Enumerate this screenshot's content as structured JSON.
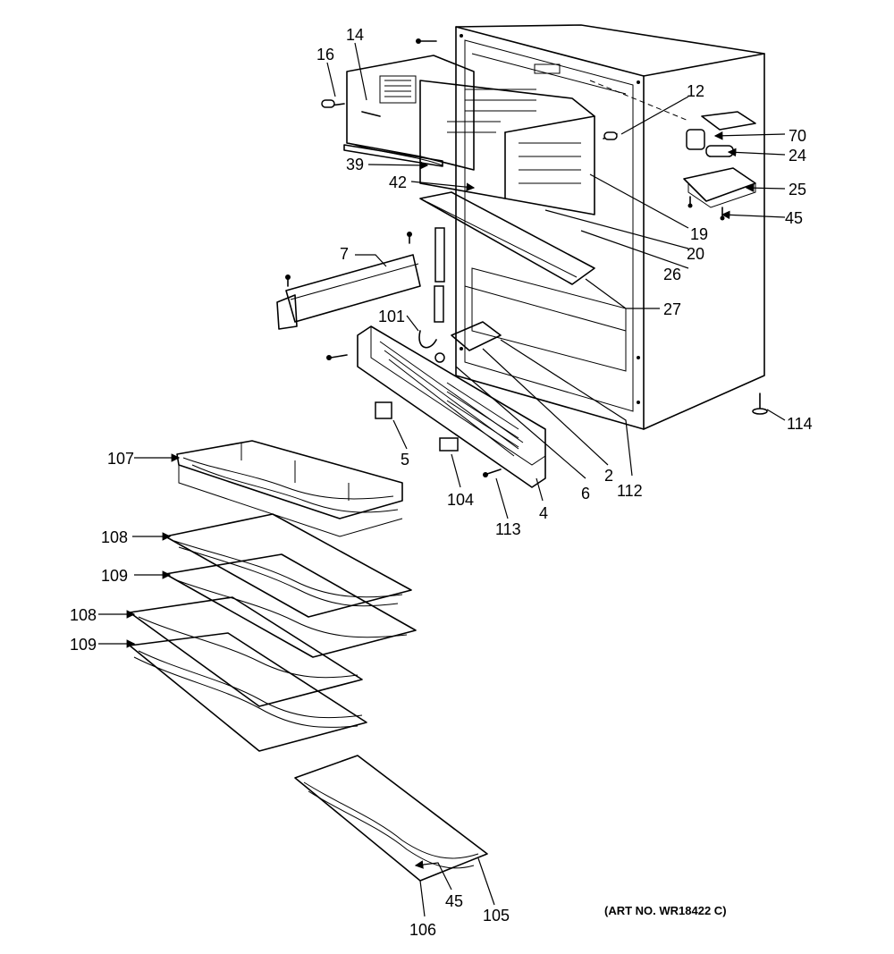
{
  "diagram": {
    "art_number": "(ART NO. WR18422 C)",
    "callouts": {
      "c14": "14",
      "c16": "16",
      "c12": "12",
      "c70": "70",
      "c24": "24",
      "c39": "39",
      "c42": "42",
      "c25": "25",
      "c19": "19",
      "c45a": "45",
      "c20": "20",
      "c7": "7",
      "c26": "26",
      "c27": "27",
      "c101": "101",
      "c114": "114",
      "c107": "107",
      "c5": "5",
      "c2": "2",
      "c6": "6",
      "c112": "112",
      "c104": "104",
      "c4": "4",
      "c113": "113",
      "c108a": "108",
      "c109a": "109",
      "c108b": "108",
      "c109b": "109",
      "c45b": "45",
      "c105": "105",
      "c106": "106"
    }
  }
}
